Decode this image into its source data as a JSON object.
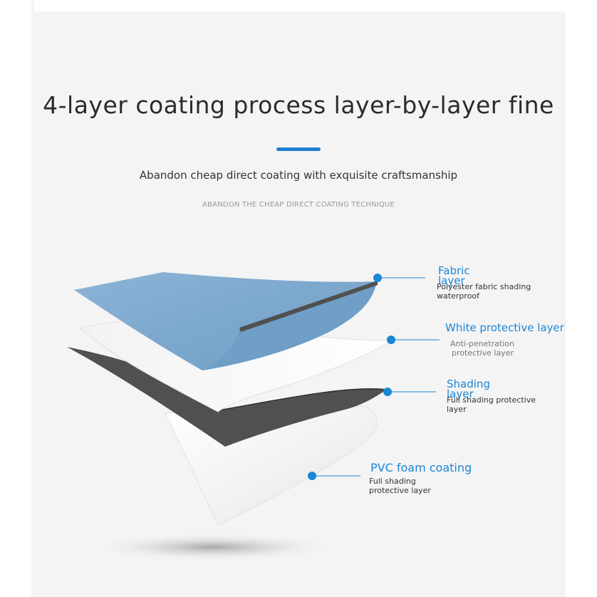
{
  "title": "4-layer coating process layer-by-layer fine",
  "subtitle": "Abandon cheap direct coating with exquisite craftsmanship",
  "subsubtitle": "ABANDON THE CHEAP DIRECT COATING TECHNIQUE",
  "colors": {
    "accent": "#1f7fd0",
    "callout": "#1a86d6",
    "fabric": "#7aa7cc",
    "shading": "#4a4a4a"
  },
  "layers": [
    {
      "title_line1": "Fabric",
      "title_line2": "layer",
      "desc": "Polyester fabric shading waterproof"
    },
    {
      "title_line1": "White protective layer",
      "desc_line1": "Anti-penetration",
      "desc_line2": "protective layer"
    },
    {
      "title_line1": "Shading",
      "title_line2": "layer",
      "desc_line1": "Full shading protective",
      "desc_line2": "layer"
    },
    {
      "title_line1": "PVC foam coating",
      "desc_line1": "Full shading",
      "desc_line2": "protective layer"
    }
  ]
}
